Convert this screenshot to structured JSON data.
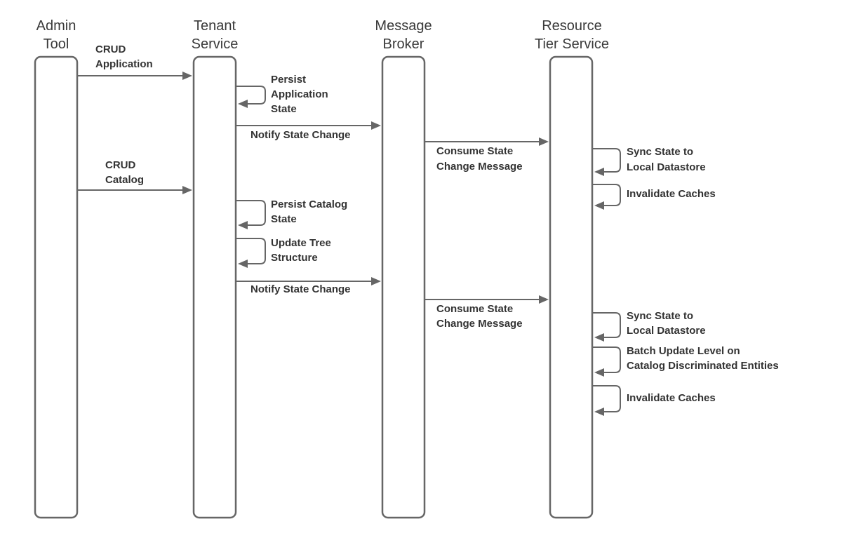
{
  "participants": [
    {
      "id": "admin",
      "title": [
        "Admin",
        "Tool"
      ]
    },
    {
      "id": "tenant",
      "title": [
        "Tenant",
        "Service"
      ]
    },
    {
      "id": "broker",
      "title": [
        "Message",
        "Broker"
      ]
    },
    {
      "id": "resource",
      "title": [
        "Resource",
        "Tier Service"
      ]
    }
  ],
  "messages": [
    {
      "id": "crud-application",
      "from": "admin",
      "to": "tenant",
      "label": [
        "CRUD",
        "Application"
      ]
    },
    {
      "id": "persist-application-state",
      "from": "tenant",
      "to": "tenant",
      "label": [
        "Persist",
        "Application",
        "State"
      ]
    },
    {
      "id": "notify-state-change-1",
      "from": "tenant",
      "to": "broker",
      "label": [
        "Notify State Change"
      ]
    },
    {
      "id": "consume-state-change-1",
      "from": "broker",
      "to": "resource",
      "label": [
        "Consume State",
        "Change Message"
      ]
    },
    {
      "id": "sync-state-1",
      "from": "resource",
      "to": "resource",
      "label": [
        "Sync State to",
        "Local Datastore"
      ]
    },
    {
      "id": "invalidate-caches-1",
      "from": "resource",
      "to": "resource",
      "label": [
        "Invalidate Caches"
      ]
    },
    {
      "id": "crud-catalog",
      "from": "admin",
      "to": "tenant",
      "label": [
        "CRUD",
        "Catalog"
      ]
    },
    {
      "id": "persist-catalog-state",
      "from": "tenant",
      "to": "tenant",
      "label": [
        "Persist Catalog",
        "State"
      ]
    },
    {
      "id": "update-tree-structure",
      "from": "tenant",
      "to": "tenant",
      "label": [
        "Update Tree",
        "Structure"
      ]
    },
    {
      "id": "notify-state-change-2",
      "from": "tenant",
      "to": "broker",
      "label": [
        "Notify State Change"
      ]
    },
    {
      "id": "consume-state-change-2",
      "from": "broker",
      "to": "resource",
      "label": [
        "Consume State",
        "Change Message"
      ]
    },
    {
      "id": "sync-state-2",
      "from": "resource",
      "to": "resource",
      "label": [
        "Sync State to",
        "Local Datastore"
      ]
    },
    {
      "id": "batch-update-level",
      "from": "resource",
      "to": "resource",
      "label": [
        "Batch Update Level on",
        "Catalog Discriminated Entities"
      ]
    },
    {
      "id": "invalidate-caches-2",
      "from": "resource",
      "to": "resource",
      "label": [
        "Invalidate Caches"
      ]
    }
  ],
  "colors": {
    "line": "#666666",
    "text": "#333333",
    "title": "#3a3a3a"
  }
}
